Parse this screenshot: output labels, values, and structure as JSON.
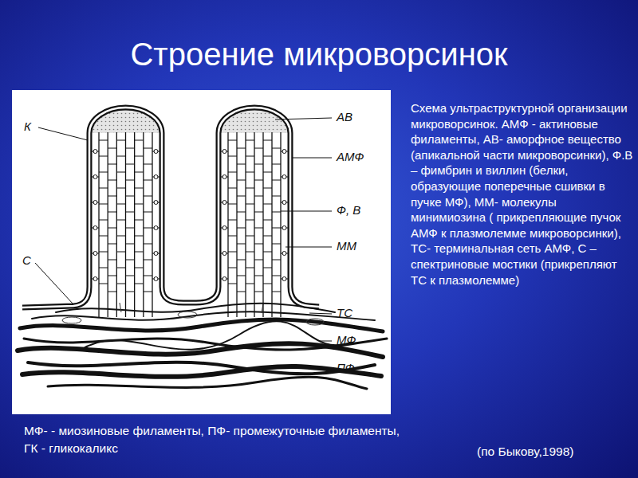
{
  "diagram": {
    "title": "Строение микроворсинок",
    "labels": [
      "К",
      "АВ",
      "АМФ",
      "Ф, В",
      "ММ",
      "С",
      "ТС",
      "МФ",
      "ПФ",
      "Схема ультраструктурной организации микроворсинок. АМФ - актиновые филаменты, АВ- аморфное вещество (апикальной части микроворсинки), Ф.В – фимбрин и виллин (белки, образующие поперечные сшивки в пучке МФ), ММ- молекулы минимиозина ( прикрепляющие пучок АМФ к плазмолемме микроворсинки), ТС- терминальная сеть АМФ, С – спектриновые мостики (прикрепляют ТС к плазмолемме)",
      "МФ- - миозиновые филаменты, ПФ- промежуточные филаменты, ГК - гликокаликс",
      "(по Быкову,1998)"
    ]
  }
}
